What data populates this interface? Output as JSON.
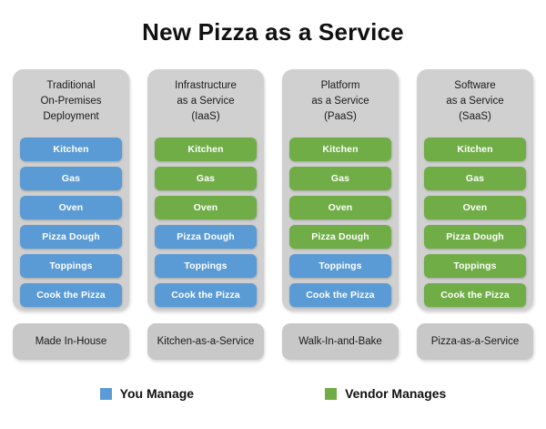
{
  "title": "New Pizza as a Service",
  "colors": {
    "you_manage": "#5b9bd5",
    "vendor_manages": "#70ad47",
    "panel_background": "#d0d0d0",
    "footer_background": "#c8c8c8",
    "slide_background": "#ffffff",
    "text": "#111111"
  },
  "columns": [
    {
      "header_lines": [
        "Traditional",
        "On-Premises",
        "Deployment"
      ],
      "items": [
        {
          "label": "Kitchen",
          "owner": "blue"
        },
        {
          "label": "Gas",
          "owner": "blue"
        },
        {
          "label": "Oven",
          "owner": "blue"
        },
        {
          "label": "Pizza Dough",
          "owner": "blue"
        },
        {
          "label": "Toppings",
          "owner": "blue"
        },
        {
          "label": "Cook the Pizza",
          "owner": "blue"
        }
      ],
      "footer": "Made In-House"
    },
    {
      "header_lines": [
        "Infrastructure",
        "as a Service",
        "(IaaS)"
      ],
      "items": [
        {
          "label": "Kitchen",
          "owner": "green"
        },
        {
          "label": "Gas",
          "owner": "green"
        },
        {
          "label": "Oven",
          "owner": "green"
        },
        {
          "label": "Pizza Dough",
          "owner": "blue"
        },
        {
          "label": "Toppings",
          "owner": "blue"
        },
        {
          "label": "Cook the Pizza",
          "owner": "blue"
        }
      ],
      "footer": "Kitchen-as-a-Service"
    },
    {
      "header_lines": [
        "Platform",
        "as a Service",
        "(PaaS)"
      ],
      "items": [
        {
          "label": "Kitchen",
          "owner": "green"
        },
        {
          "label": "Gas",
          "owner": "green"
        },
        {
          "label": "Oven",
          "owner": "green"
        },
        {
          "label": "Pizza Dough",
          "owner": "green"
        },
        {
          "label": "Toppings",
          "owner": "blue"
        },
        {
          "label": "Cook the Pizza",
          "owner": "blue"
        }
      ],
      "footer": "Walk-In-and-Bake"
    },
    {
      "header_lines": [
        "Software",
        "as a Service",
        "(SaaS)"
      ],
      "items": [
        {
          "label": "Kitchen",
          "owner": "green"
        },
        {
          "label": "Gas",
          "owner": "green"
        },
        {
          "label": "Oven",
          "owner": "green"
        },
        {
          "label": "Pizza Dough",
          "owner": "green"
        },
        {
          "label": "Toppings",
          "owner": "green"
        },
        {
          "label": "Cook the Pizza",
          "owner": "green"
        }
      ],
      "footer": "Pizza-as-a-Service"
    }
  ],
  "legend": [
    {
      "label": "You Manage",
      "color": "#5b9bd5",
      "owner": "blue"
    },
    {
      "label": "Vendor Manages",
      "color": "#70ad47",
      "owner": "green"
    }
  ]
}
